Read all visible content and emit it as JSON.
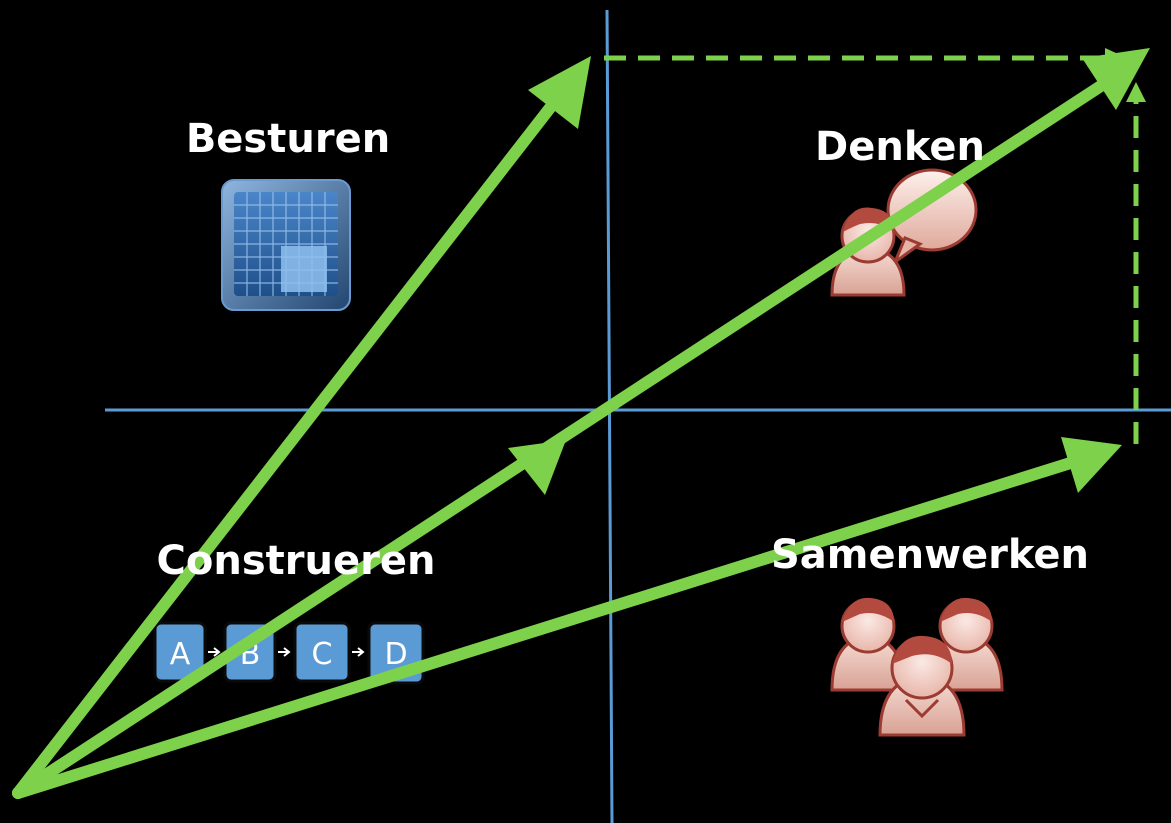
{
  "colors": {
    "background": "#000000",
    "axis": "#5b9bd5",
    "arrow": "#7dd14b",
    "dashed": "#7dd14b",
    "label": "#ffffff",
    "step_box": "#5b9bd5",
    "people_icon": "#b24a3f"
  },
  "quadrants": {
    "top_left": {
      "label": "Besturen",
      "icon": "grid-panel-icon"
    },
    "top_right": {
      "label": "Denken",
      "icon": "person-speech-bubble-icon"
    },
    "bottom_left": {
      "label": "Construeren",
      "icon": "sequence-steps-icon"
    },
    "bottom_right": {
      "label": "Samenwerken",
      "icon": "group-people-icon"
    }
  },
  "sequence_steps": [
    "A",
    "B",
    "C",
    "D"
  ],
  "arrows": [
    {
      "name": "arrow-to-besturen"
    },
    {
      "name": "arrow-to-denken"
    },
    {
      "name": "arrow-to-samenwerken"
    }
  ],
  "dashed_guides": [
    {
      "name": "dashed-horizontal-guide"
    },
    {
      "name": "dashed-vertical-guide"
    }
  ]
}
